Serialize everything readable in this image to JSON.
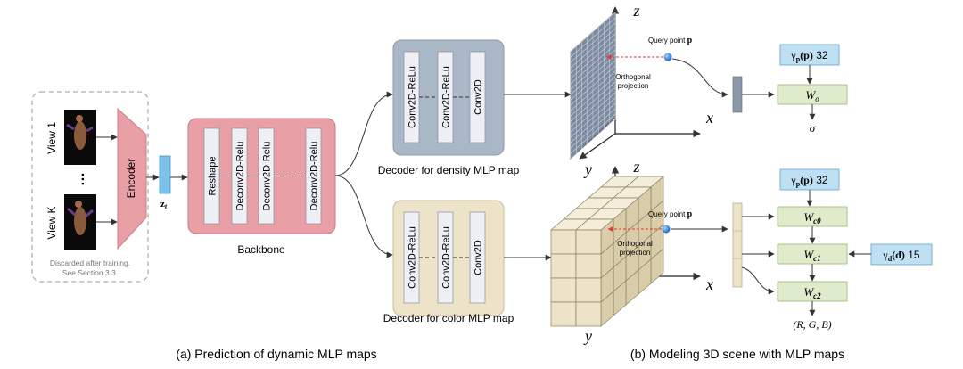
{
  "input_panel": {
    "view1": "View 1",
    "dots": "…",
    "viewK": "View K",
    "encoder": "Encoder",
    "latent": "z",
    "latent_sub": "t",
    "note_line1": "Discarded after training.",
    "note_line2": "See Section 3.3."
  },
  "backbone": {
    "title": "Backbone",
    "layers": [
      "Reshape",
      "Deconv2D-Relu",
      "Deconv2D-Relu",
      "Deconv2D-Relu"
    ]
  },
  "density_decoder": {
    "title": "Decoder for density MLP map",
    "layers": [
      "Conv2D-ReLu",
      "Conv2D-ReLu",
      "Conv2D"
    ]
  },
  "color_decoder": {
    "title": "Decoder for color MLP map",
    "layers": [
      "Conv2D-ReLu",
      "Conv2D-ReLu",
      "Conv2D"
    ]
  },
  "scene_top": {
    "axis_z": "z",
    "axis_x": "x",
    "axis_y": "y",
    "query_label": "Query point",
    "query_symbol": "p",
    "projection_line1": "Orthogonal",
    "projection_line2": "projection",
    "pe_gamma": "γ",
    "pe_sub": "p",
    "pe_arg": "(p)",
    "pe_dim": "32",
    "w_label": "W",
    "w_sub": "σ",
    "output": "σ"
  },
  "scene_bottom": {
    "axis_z": "z",
    "axis_x": "x",
    "axis_y": "y",
    "query_label": "Query point",
    "query_symbol": "p",
    "projection_line1": "Orthogonal",
    "projection_line2": "projection",
    "pe_gamma": "γ",
    "pe_sub": "p",
    "pe_arg": "(p)",
    "pe_dim": "32",
    "w_label": "W",
    "w0_sub": "c0",
    "w1_sub": "c1",
    "w2_sub": "c2",
    "dir_gamma": "γ",
    "dir_sub": "d",
    "dir_arg": "(d)",
    "dir_dim": "15",
    "output": "(R, G, B)"
  },
  "captions": {
    "left": "(a) Prediction of dynamic MLP maps",
    "right": "(b) Modeling 3D scene with MLP maps"
  },
  "colors": {
    "backbone_fill": "#e8a0a6",
    "backbone_stroke": "#c97b83",
    "density_fill": "#aab7c6",
    "color_fill": "#ede3c9",
    "layer_fill": "#eef0f6",
    "latent_fill": "#7cc1ea",
    "encoder_fill": "#e8a0a6",
    "pe_fill": "#bfe0f3",
    "mlp_fill": "#dfeccb",
    "query_point": "#1e88e5",
    "projection_arrow": "#e53935"
  }
}
